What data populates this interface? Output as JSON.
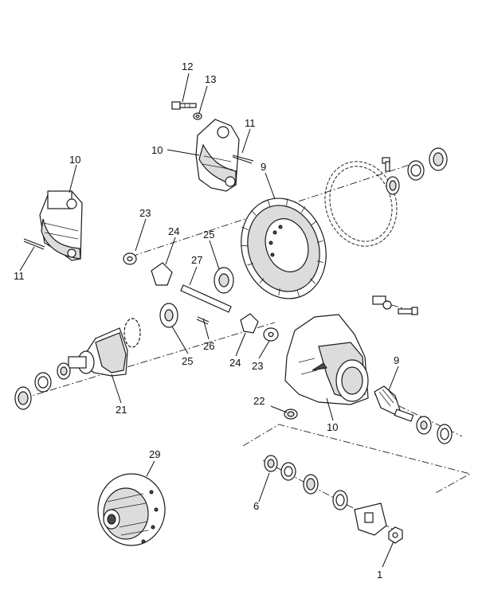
{
  "callouts": {
    "c1": "1",
    "c6": "6",
    "c9_ring": "9",
    "c9_pinion": "9",
    "c10_left_cap": "10",
    "c10_top_cap": "10",
    "c10_carrier": "10",
    "c11_left": "11",
    "c11_top": "11",
    "c12": "12",
    "c13": "13",
    "c21": "21",
    "c22": "22",
    "c23_top": "23",
    "c23_bottom": "23",
    "c24_top": "24",
    "c24_bottom": "24",
    "c25_top": "25",
    "c25_bottom": "25",
    "c26": "26",
    "c27": "27",
    "c29": "29"
  }
}
